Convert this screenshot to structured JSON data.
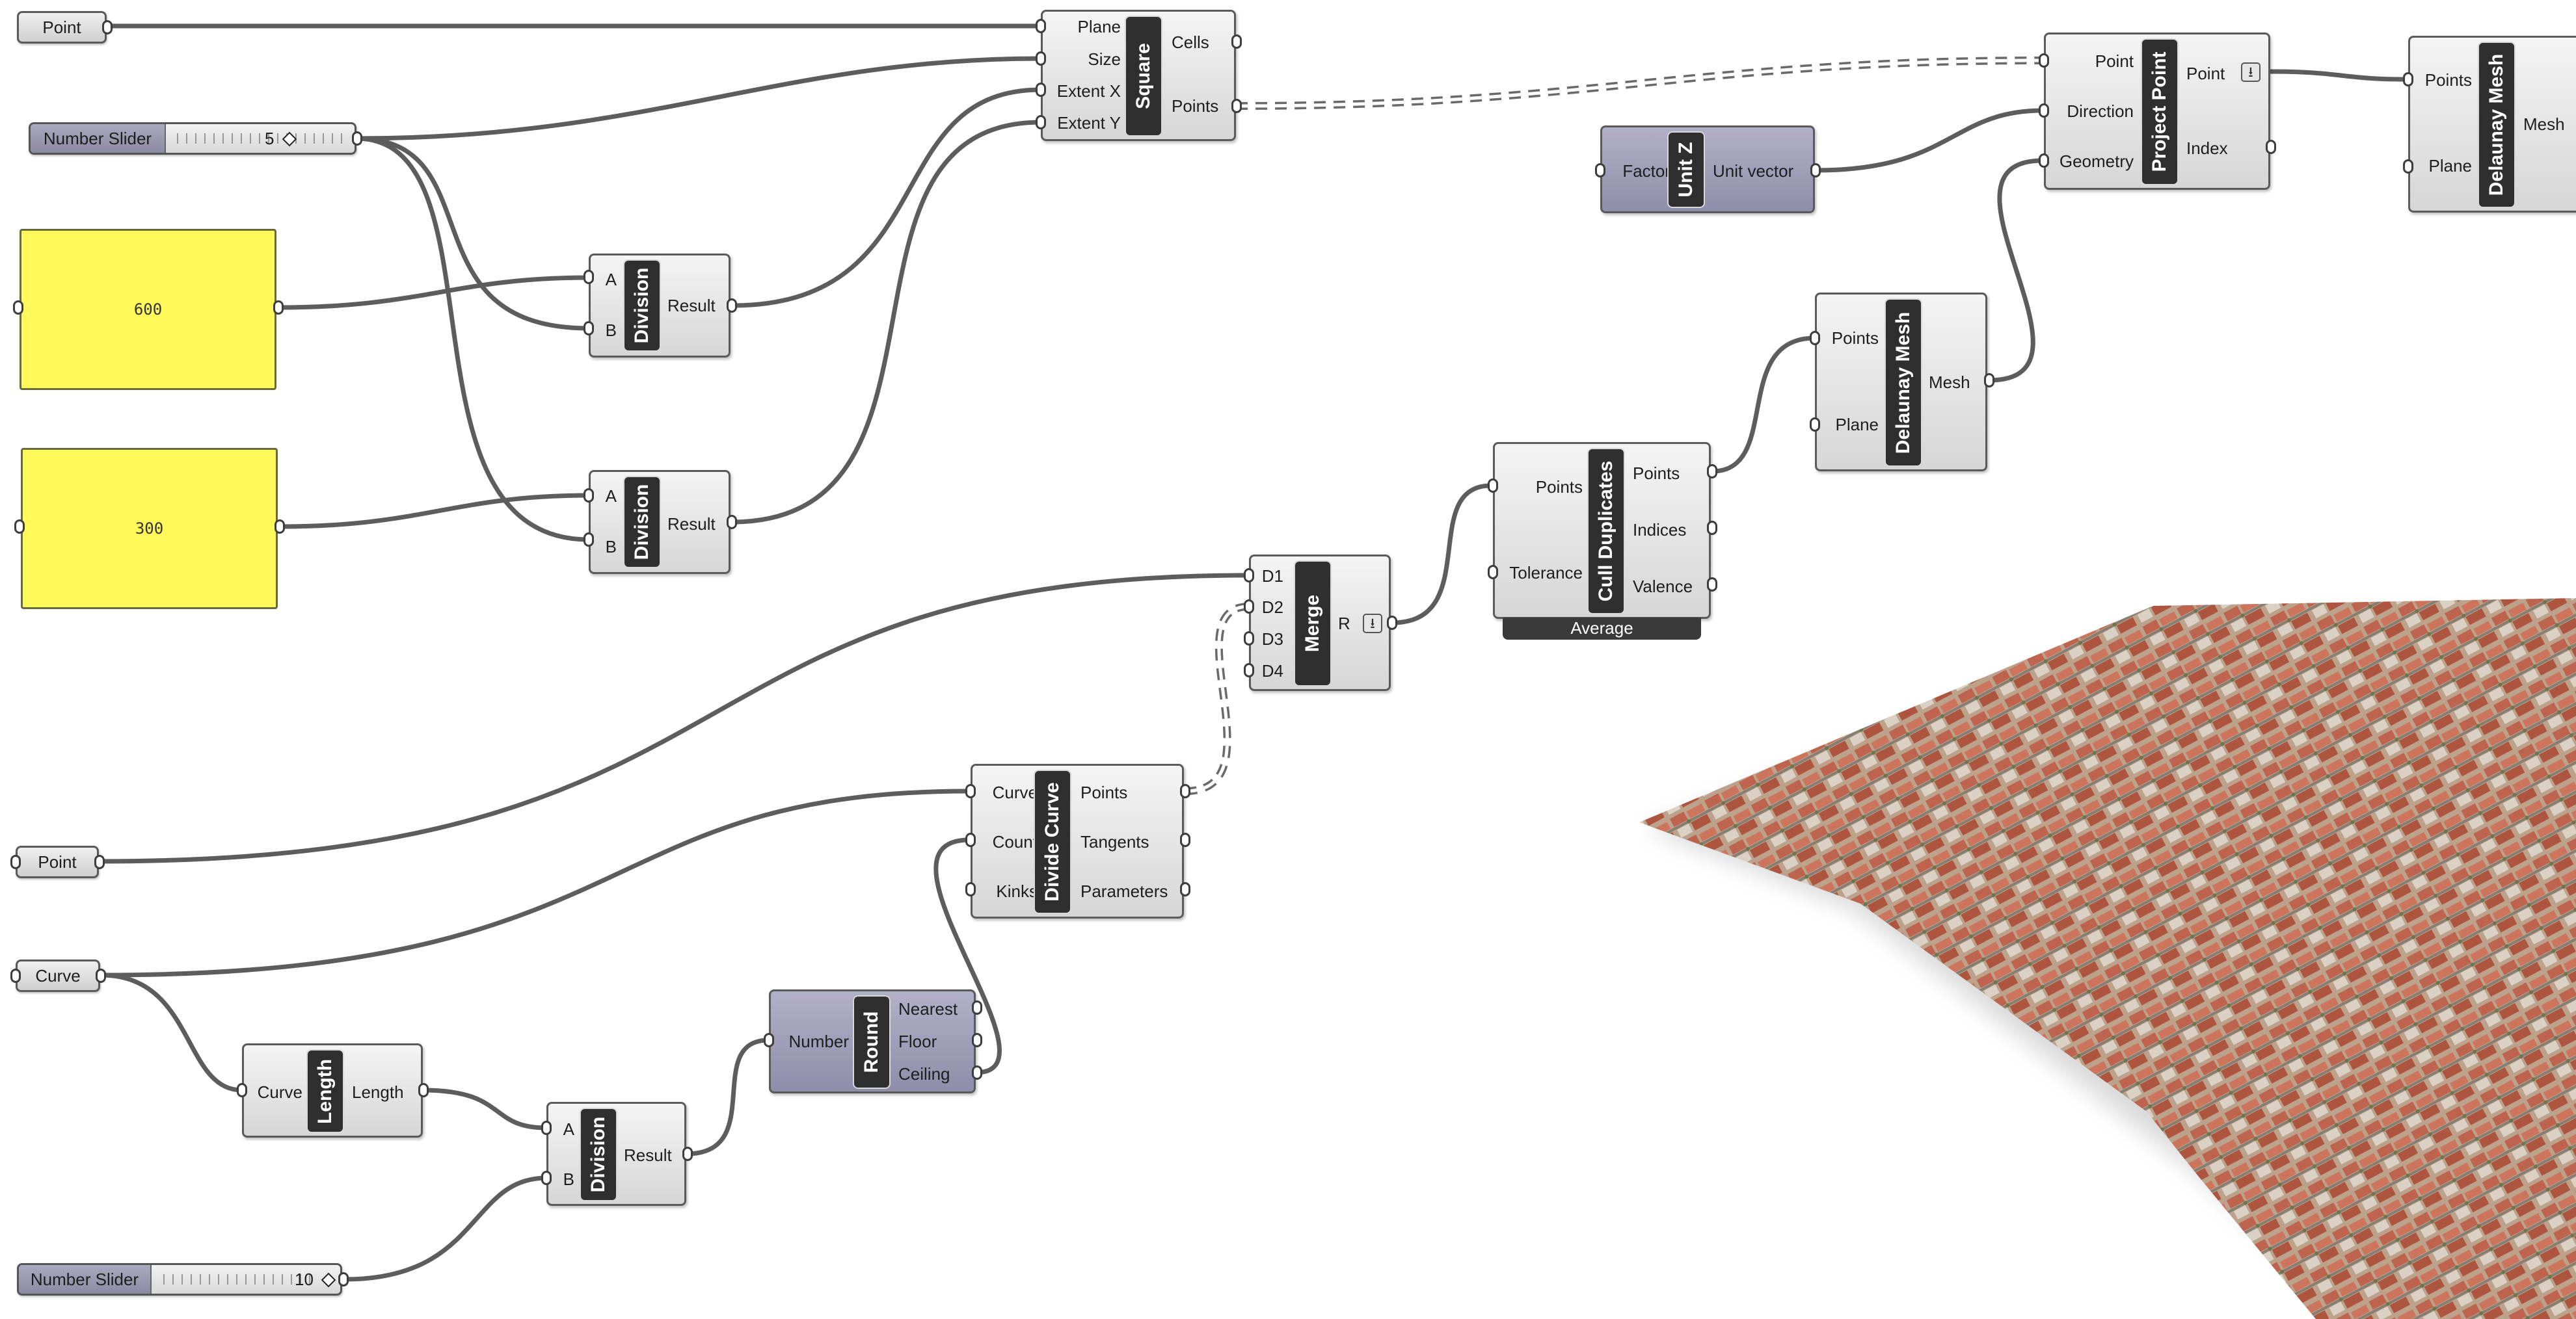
{
  "canvas": {
    "components": {
      "square": {
        "name": "Square",
        "inputs": [
          "Plane",
          "Size",
          "Extent X",
          "Extent Y"
        ],
        "outputs": [
          "Cells",
          "Points"
        ]
      },
      "division1": {
        "name": "Division",
        "inputs": [
          "A",
          "B"
        ],
        "outputs": [
          "Result"
        ]
      },
      "division2": {
        "name": "Division",
        "inputs": [
          "A",
          "B"
        ],
        "outputs": [
          "Result"
        ]
      },
      "division3": {
        "name": "Division",
        "inputs": [
          "A",
          "B"
        ],
        "outputs": [
          "Result"
        ]
      },
      "merge": {
        "name": "Merge",
        "inputs": [
          "D1",
          "D2",
          "D3",
          "D4"
        ],
        "outputs": [
          "R"
        ]
      },
      "cull": {
        "name": "Cull Duplicates",
        "inputs": [
          "Points",
          "Tolerance"
        ],
        "outputs": [
          "Points",
          "Indices",
          "Valence"
        ],
        "footer": "Average"
      },
      "delaunay1": {
        "name": "Delaunay Mesh",
        "inputs": [
          "Points",
          "Plane"
        ],
        "outputs": [
          "Mesh"
        ]
      },
      "delaunay2": {
        "name": "Delaunay Mesh",
        "inputs": [
          "Points",
          "Plane"
        ],
        "outputs": [
          "Mesh"
        ]
      },
      "unitz": {
        "name": "Unit Z",
        "inputs": [
          "Factor"
        ],
        "outputs": [
          "Unit vector"
        ]
      },
      "project": {
        "name": "Project Point",
        "inputs": [
          "Point",
          "Direction",
          "Geometry"
        ],
        "outputs": [
          "Point",
          "Index"
        ]
      },
      "divcurve": {
        "name": "Divide Curve",
        "inputs": [
          "Curve",
          "Count",
          "Kinks"
        ],
        "outputs": [
          "Points",
          "Tangents",
          "Parameters"
        ]
      },
      "length": {
        "name": "Length",
        "inputs": [
          "Curve"
        ],
        "outputs": [
          "Length"
        ]
      },
      "round": {
        "name": "Round",
        "inputs": [
          "Number"
        ],
        "outputs": [
          "Nearest",
          "Floor",
          "Ceiling"
        ]
      }
    },
    "params": {
      "point_top": "Point",
      "point_mid": "Point",
      "curve": "Curve"
    },
    "sliders": {
      "slider1": {
        "label": "Number Slider",
        "value": "5"
      },
      "slider2": {
        "label": "Number Slider",
        "value": "10"
      }
    },
    "panels": {
      "panel1": "600",
      "panel2": "300"
    },
    "icons": {
      "flatten": "flatten-arrow-icon"
    },
    "colors": {
      "panel": "#fff95a",
      "wire": "#5d5d5d",
      "nickname_bg": "#2f2f2f",
      "component_purple": "#9c9cb6"
    }
  }
}
